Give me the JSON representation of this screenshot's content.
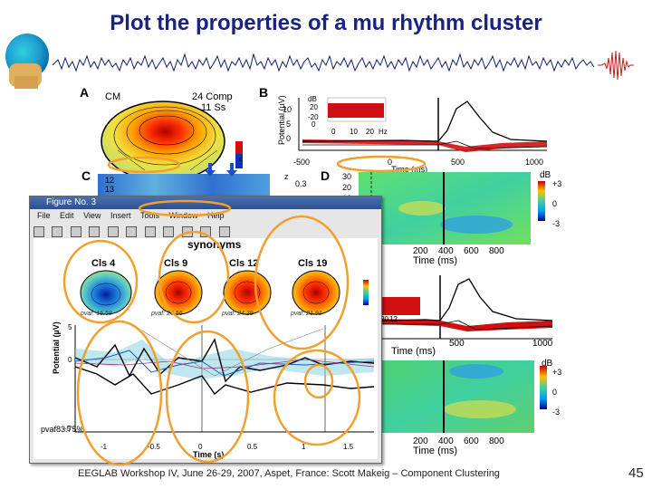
{
  "slide": {
    "title": "Plot the properties of a mu rhythm cluster",
    "footer": "EEGLAB Workshop IV, June 26-29, 2007, Aspet, France: Scott Makeig – Component Clustering",
    "page_number": "45"
  },
  "panels": {
    "A": {
      "letter": "A",
      "cm_label": "CM",
      "comp_text": "24 Comp",
      "ss_text": "11 Ss"
    },
    "B": {
      "letter": "B",
      "ylabel": "Potential (µV)",
      "inset_db": "dB",
      "inset_20": "20",
      "inset_0": "0",
      "inset_neg20": "-20",
      "inset_x": [
        "0",
        "10",
        "20",
        "Hz"
      ],
      "y_ticks": [
        "10",
        "5",
        "0"
      ],
      "x_ticks": [
        "-500",
        "0",
        "500",
        "1000"
      ],
      "xlabel": "Time (ms)"
    },
    "C": {
      "letter": "C",
      "y_ticks": [
        "12",
        "13"
      ]
    },
    "D": {
      "letter": "D",
      "z": "z",
      "z_val": "0.3",
      "y_ticks": [
        "30",
        "20",
        "10"
      ],
      "db": "dB",
      "cb_ticks": [
        "+3",
        "0",
        "-3"
      ],
      "x_ticks": [
        "200",
        "400",
        "600",
        "800"
      ],
      "xlabel": "Time (ms)"
    },
    "B2": {
      "xlabel": "Time (ms)",
      "x_ticks": [
        "500",
        "1000"
      ],
      "tick_20": "20",
      "tick_12": "12"
    },
    "D2": {
      "db": "dB",
      "cb_ticks": [
        "+3",
        "0",
        "-3"
      ],
      "x_ticks": [
        "200",
        "400",
        "600",
        "800"
      ],
      "xlabel": "Time (ms)"
    }
  },
  "figure_window": {
    "title": "Figure No. 3",
    "menus": [
      "File",
      "Edit",
      "View",
      "Insert",
      "Tools",
      "Window",
      "Help"
    ],
    "heading": "synonyms",
    "clusters": [
      {
        "label": "Cls 4",
        "pvaf": "pvaf: 15.59"
      },
      {
        "label": "Cls 9",
        "pvaf": "pvaf: 26.55"
      },
      {
        "label": "Cls 12",
        "pvaf": "pvaf: 24.29"
      },
      {
        "label": "Cls 19",
        "pvaf": "pvaf: 21.91"
      }
    ],
    "erp": {
      "ylabel": "Potential (µV)",
      "y_ticks": [
        "5",
        "0",
        "-5"
      ],
      "x_ticks": [
        "-1",
        "-0.5",
        "0",
        "0.5",
        "1",
        "1.5"
      ],
      "xlabel": "Time (s)",
      "pvaf_total": "pvaf83.75%"
    }
  },
  "colors": {
    "title": "#1a237e",
    "highlight_circle": "#f0a030",
    "heat_red": "#d01010",
    "heat_blue": "#1030c0"
  }
}
